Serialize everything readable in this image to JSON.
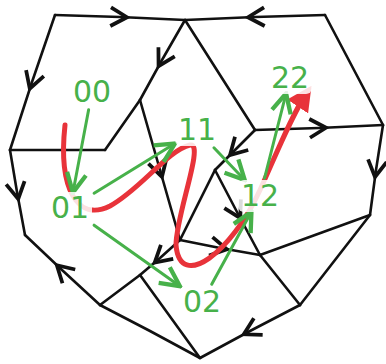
{
  "diagram": {
    "nodes": [
      {
        "text": [
          "00"
        ]
      },
      {
        "text": [
          "11"
        ]
      },
      {
        "text": [
          "22"
        ]
      },
      {
        "text": [
          "01"
        ]
      },
      {
        "text": [
          "12"
        ]
      },
      {
        "text": [
          "02"
        ]
      }
    ],
    "edges": [
      {
        "from": 0,
        "to": 3,
        "arrow": "to"
      },
      {
        "from": 3,
        "to": 1,
        "arrow": "to"
      },
      {
        "from": 3,
        "to": 5,
        "arrow": "to"
      },
      {
        "from": 1,
        "to": 4,
        "arrow": "to"
      },
      {
        "from": 5,
        "to": 4,
        "arrow": "to"
      },
      {
        "from": 4,
        "to": 2,
        "arrow": "to"
      }
    ]
  }
}
